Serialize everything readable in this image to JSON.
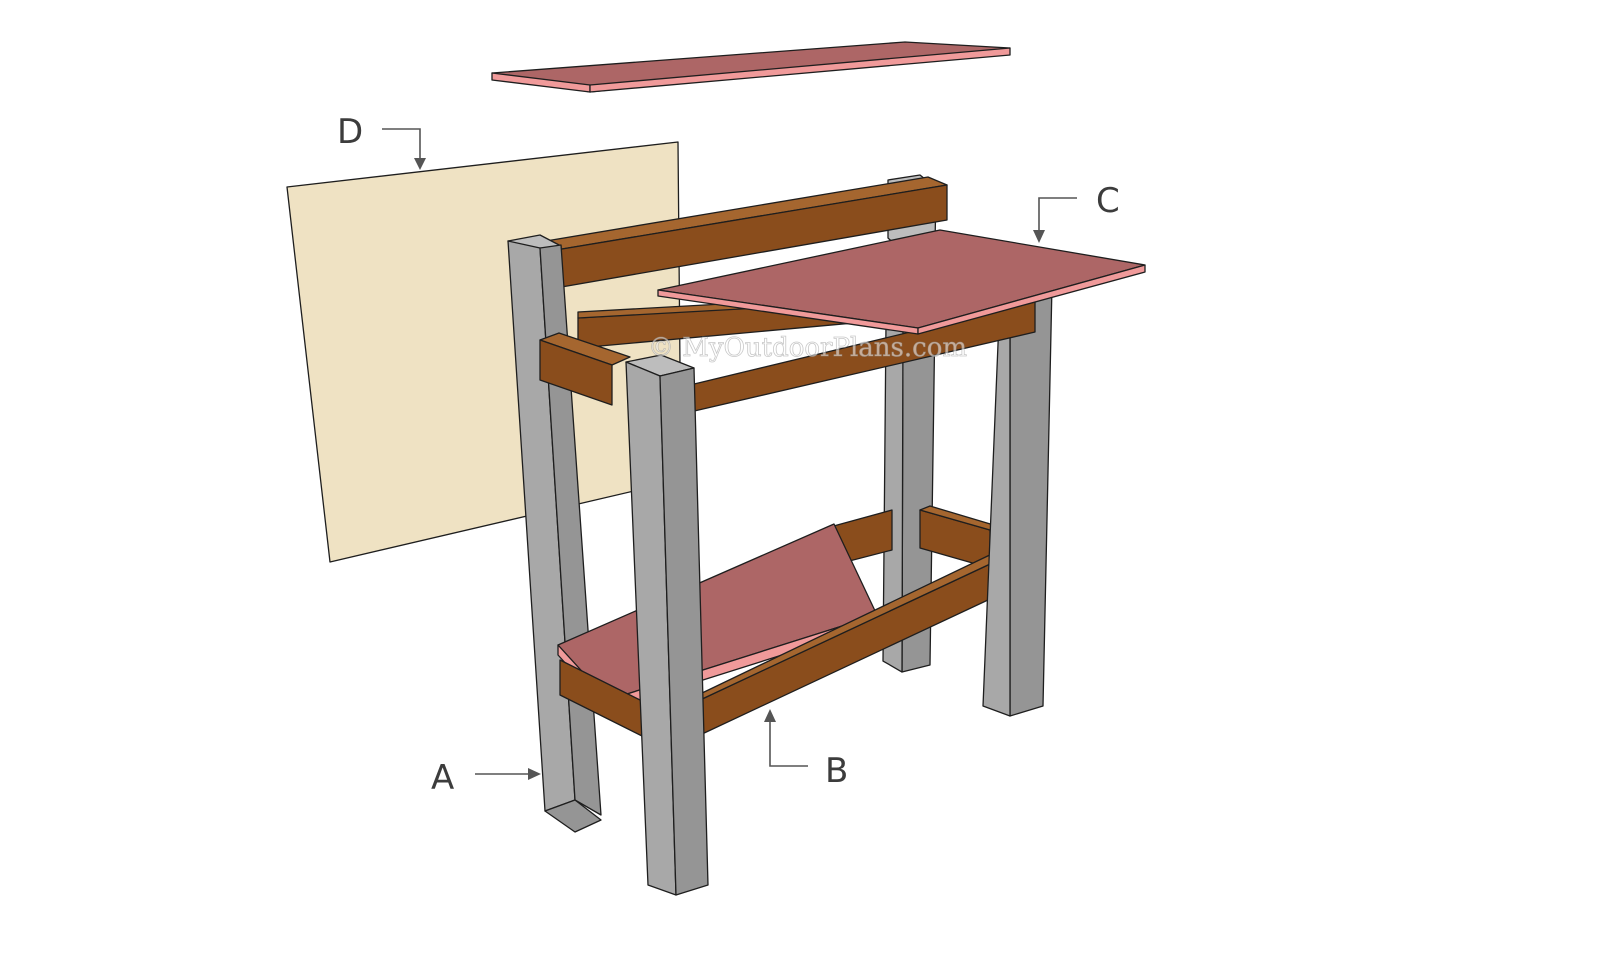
{
  "diagram": {
    "labels": {
      "a": "A",
      "b": "B",
      "c": "C",
      "d": "D"
    },
    "watermark": "© MyOutdoorPlans.com",
    "colors": {
      "leg_front": "#a8a8a8",
      "leg_side": "#959595",
      "leg_top": "#bdbdbd",
      "rail_face": "#8a4d1c",
      "rail_top": "#a5662f",
      "board_top": "#ad6666",
      "board_edge": "#f09a9a",
      "back_panel": "#efe2c3",
      "background": "#ffffff"
    }
  }
}
